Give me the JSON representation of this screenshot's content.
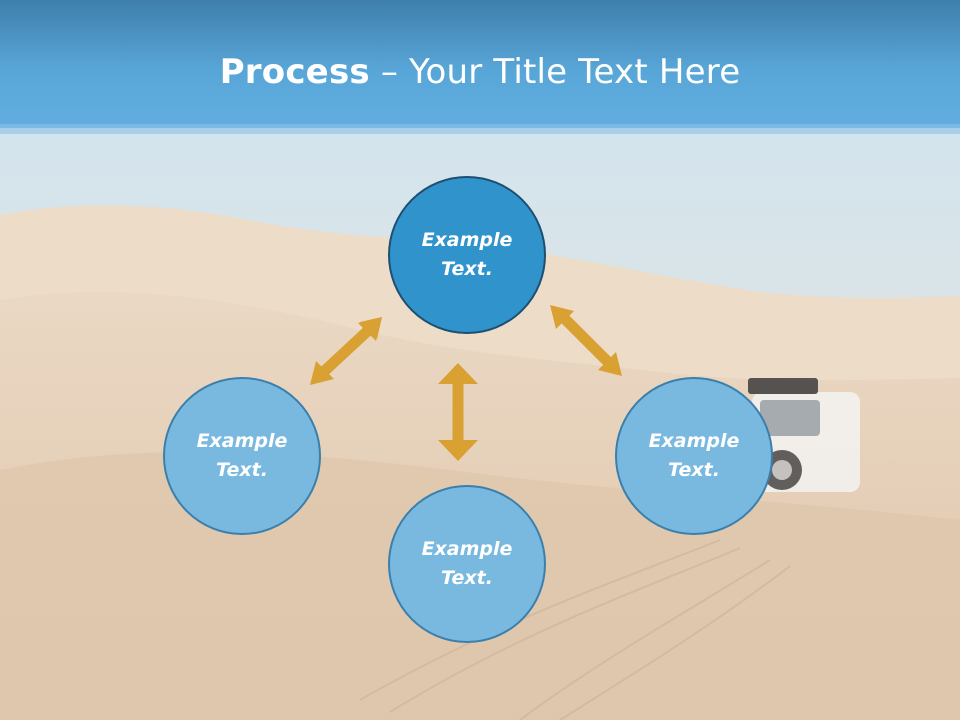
{
  "slide": {
    "title_bold": "Process",
    "title_rest": " – Your Title Text Here",
    "background": "desert-dunes-photo"
  },
  "colors": {
    "accent_circle": "#3193cc",
    "circle": "#79b9e0",
    "arrow": "#d9a032"
  },
  "nodes": {
    "top": {
      "text": "Example\nText."
    },
    "left": {
      "text": "Example\nText."
    },
    "right": {
      "text": "Example\nText."
    },
    "bottom": {
      "text": "Example\nText."
    }
  }
}
